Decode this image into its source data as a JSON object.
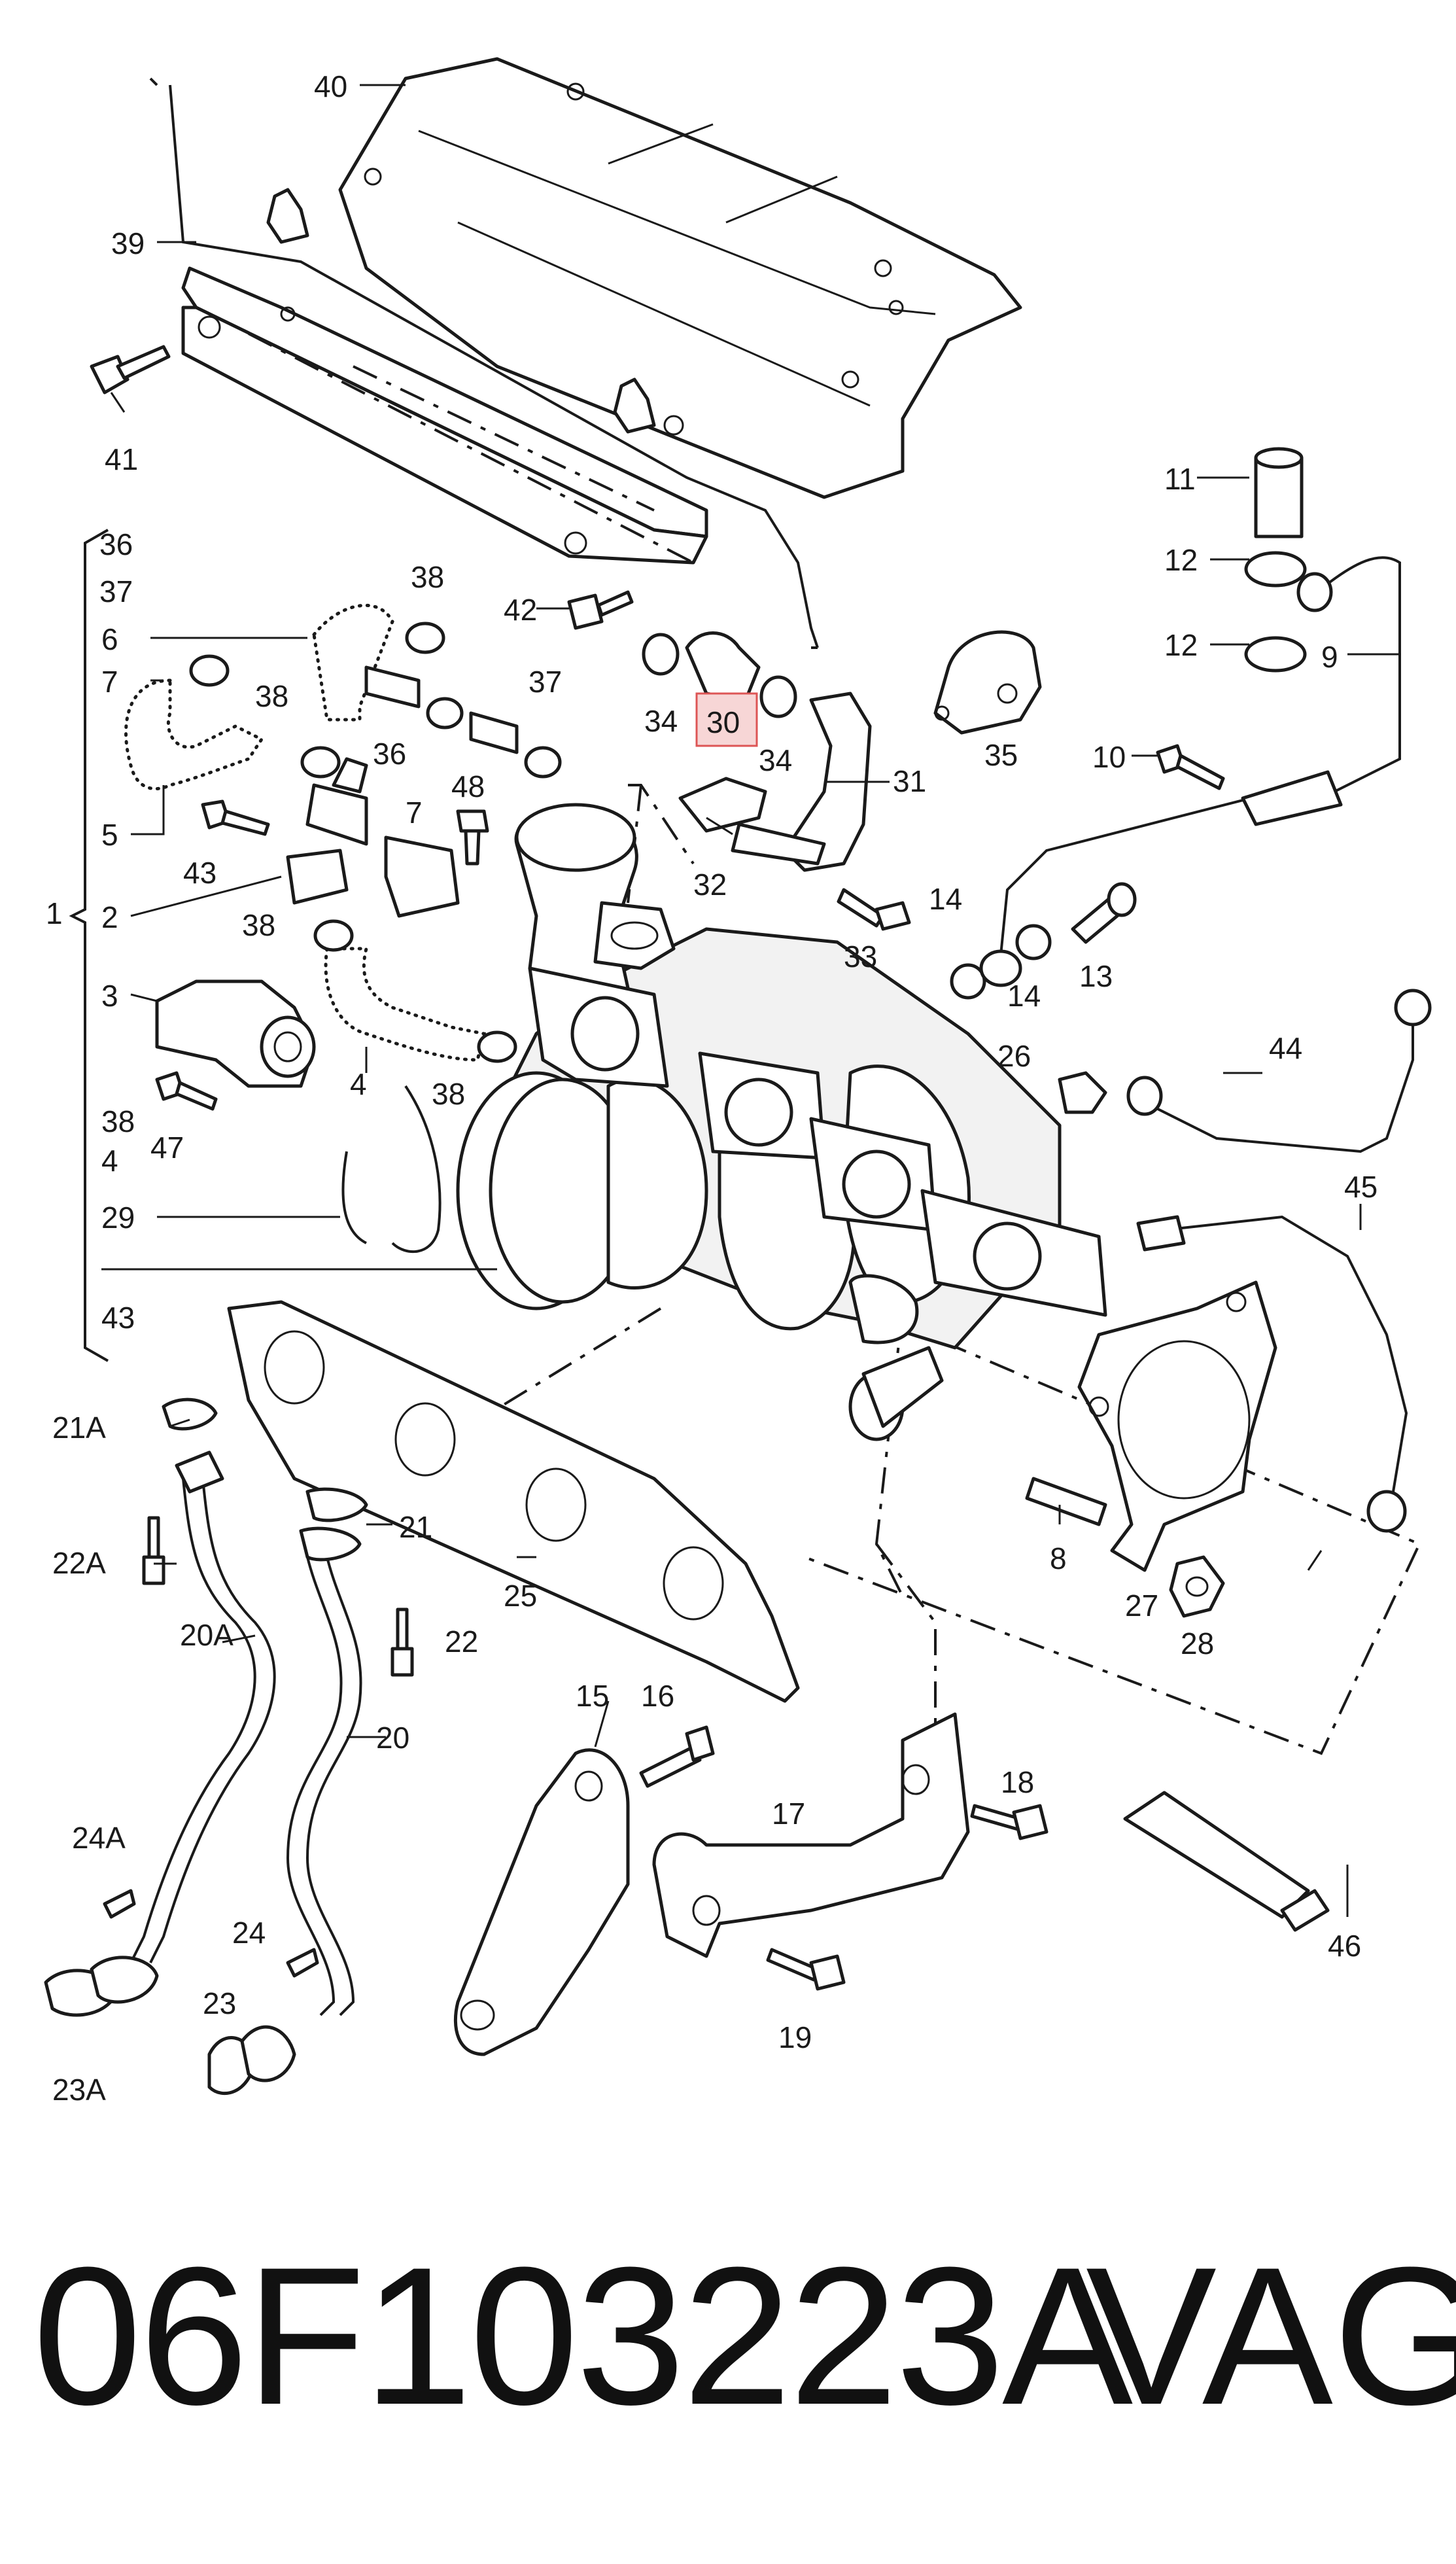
{
  "labels": {
    "l40": "40",
    "l39": "39",
    "l41": "41",
    "l11": "11",
    "l12a": "12",
    "l12b": "12",
    "l9": "9",
    "l36a": "36",
    "l37a": "37",
    "l6": "6",
    "l7a": "7",
    "l5": "5",
    "l1": "1",
    "l2": "2",
    "l3": "3",
    "l38a": "38",
    "l4a": "4",
    "l29": "29",
    "l43a": "43",
    "l43b": "43",
    "l47": "47",
    "l38b": "38",
    "l38c": "38",
    "l38d": "38",
    "l38e": "38",
    "l36b": "36",
    "l37b": "37",
    "l7b": "7",
    "l48": "48",
    "l4b": "4",
    "l42": "42",
    "l34a": "34",
    "l30": "30",
    "l34b": "34",
    "l35": "35",
    "l31": "31",
    "l32": "32",
    "l33": "33",
    "l10": "10",
    "l14a": "14",
    "l14b": "14",
    "l13": "13",
    "l26": "26",
    "l44": "44",
    "l45": "45",
    "l21A": "21A",
    "l22A": "22A",
    "l21": "21",
    "l20A": "20A",
    "l22": "22",
    "l25": "25",
    "l20": "20",
    "l8": "8",
    "l27": "27",
    "l28": "28",
    "l15": "15",
    "l16": "16",
    "l17": "17",
    "l18": "18",
    "l24A": "24A",
    "l24": "24",
    "l23": "23",
    "l23A": "23A",
    "l19": "19",
    "l46": "46"
  },
  "highlight": {
    "part": "30"
  },
  "footer": {
    "part_number": "06F103223A",
    "brand": "VAG"
  }
}
